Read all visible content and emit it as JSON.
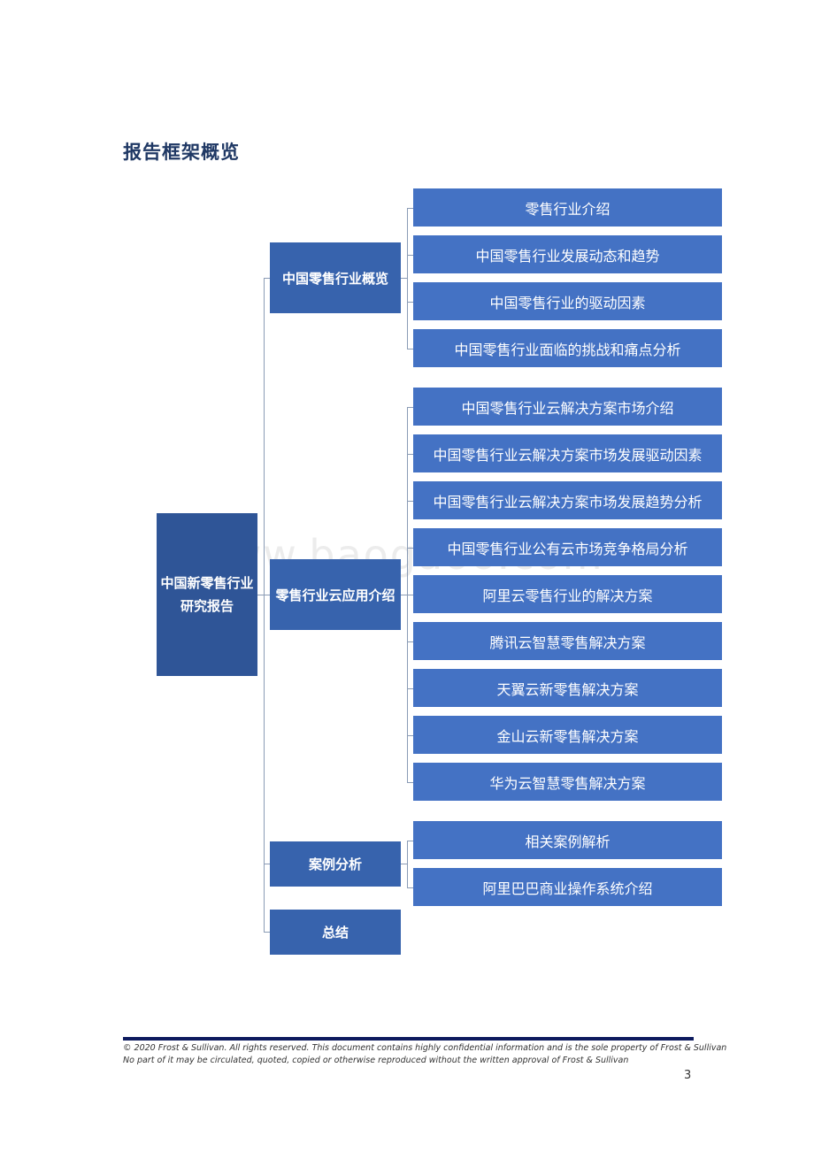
{
  "title": "报告框架概览",
  "root": "中国新零售行业研究报告",
  "categories": [
    {
      "label": "中国零售行业概览",
      "items": [
        "零售行业介绍",
        "中国零售行业发展动态和趋势",
        "中国零售行业的驱动因素",
        "中国零售行业面临的挑战和痛点分析"
      ]
    },
    {
      "label": "零售行业云应用介绍",
      "items": [
        "中国零售行业云解决方案市场介绍",
        "中国零售行业云解决方案市场发展驱动因素",
        "中国零售行业云解决方案市场发展趋势分析",
        "中国零售行业公有云市场竞争格局分析",
        "阿里云零售行业的解决方案",
        "腾讯云智慧零售解决方案",
        "天翼云新零售解决方案",
        "金山云新零售解决方案",
        "华为云智慧零售解决方案"
      ]
    },
    {
      "label": "案例分析",
      "items": [
        "相关案例解析",
        "阿里巴巴商业操作系统介绍"
      ]
    },
    {
      "label": "总结",
      "items": []
    }
  ],
  "watermark": "www.baogaoo.com",
  "footer": {
    "line1": "© 2020 Frost & Sullivan. All rights reserved. This document contains highly confidential information and is the sole property of Frost & Sullivan",
    "line2": "No part of it may be circulated, quoted, copied or otherwise reproduced without the written approval of Frost & Sullivan"
  },
  "page_number": "3"
}
